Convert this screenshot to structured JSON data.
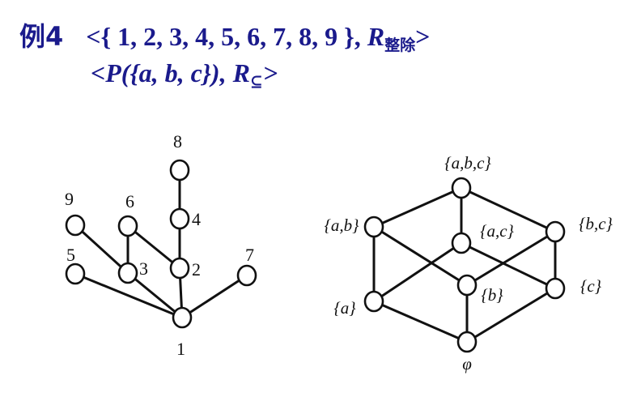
{
  "title": {
    "label_prefix": "例4",
    "set_text": "<{ 1, 2, 3, 4, 5, 6, 7, 8, 9 }, ",
    "relation_symbol": "R",
    "relation_sub": "整除",
    "close": ">",
    "line2_open": "<",
    "line2_set": "P({a, b, c}), ",
    "line2_symbol": "R",
    "line2_sub": "⊆",
    "line2_close": ">"
  },
  "hasse_left": {
    "nodes": [
      {
        "id": "1",
        "label": "1"
      },
      {
        "id": "2",
        "label": "2"
      },
      {
        "id": "3",
        "label": "3"
      },
      {
        "id": "4",
        "label": "4"
      },
      {
        "id": "5",
        "label": "5"
      },
      {
        "id": "6",
        "label": "6"
      },
      {
        "id": "7",
        "label": "7"
      },
      {
        "id": "8",
        "label": "8"
      },
      {
        "id": "9",
        "label": "9"
      }
    ],
    "edges": [
      [
        "1",
        "2"
      ],
      [
        "1",
        "3"
      ],
      [
        "1",
        "5"
      ],
      [
        "1",
        "7"
      ],
      [
        "2",
        "4"
      ],
      [
        "4",
        "8"
      ],
      [
        "2",
        "6"
      ],
      [
        "3",
        "6"
      ],
      [
        "3",
        "9"
      ]
    ]
  },
  "hasse_right": {
    "nodes": [
      {
        "id": "abc",
        "label": "{a,b,c}"
      },
      {
        "id": "ab",
        "label": "{a,b}"
      },
      {
        "id": "ac",
        "label": "{a,c}"
      },
      {
        "id": "bc",
        "label": "{b,c}"
      },
      {
        "id": "a",
        "label": "{a}"
      },
      {
        "id": "b",
        "label": "{b}"
      },
      {
        "id": "c",
        "label": "{c}"
      },
      {
        "id": "empty",
        "label": "φ"
      }
    ],
    "edges": [
      [
        "abc",
        "ab"
      ],
      [
        "abc",
        "ac"
      ],
      [
        "abc",
        "bc"
      ],
      [
        "ab",
        "a"
      ],
      [
        "ab",
        "b"
      ],
      [
        "ac",
        "a"
      ],
      [
        "ac",
        "c"
      ],
      [
        "bc",
        "b"
      ],
      [
        "bc",
        "c"
      ],
      [
        "a",
        "empty"
      ],
      [
        "b",
        "empty"
      ],
      [
        "c",
        "empty"
      ]
    ]
  }
}
